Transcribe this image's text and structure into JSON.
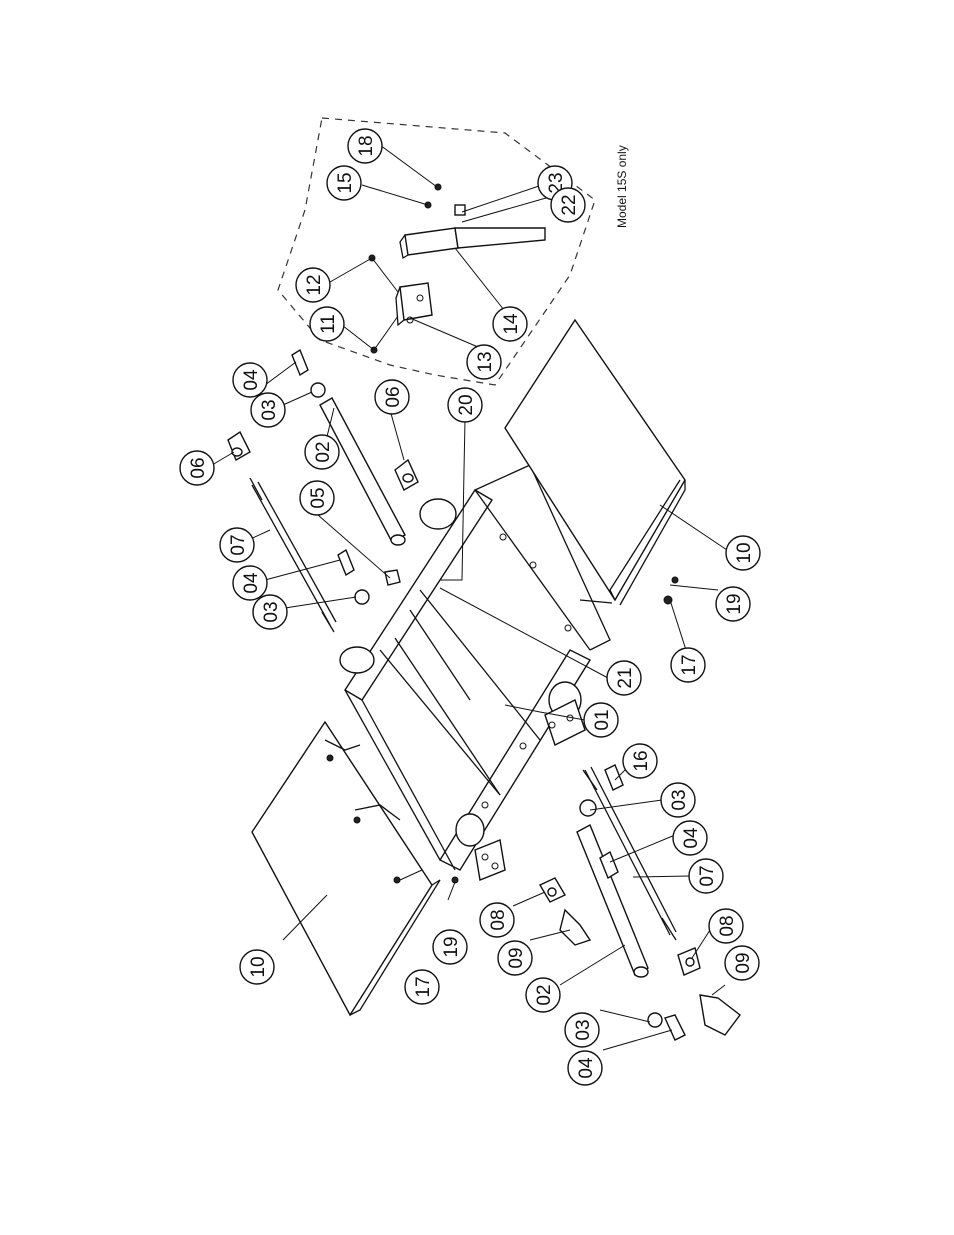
{
  "diagram": {
    "model_note": "Model 15S only",
    "callouts": {
      "c18": "18",
      "c15": "15",
      "c23": "23",
      "c22": "22",
      "c12": "12",
      "c11": "11",
      "c14": "14",
      "c13": "13",
      "c04a": "04",
      "c03a": "03",
      "c06a": "06",
      "c02a": "02",
      "c20": "20",
      "c06b": "06",
      "c05": "05",
      "c07a": "07",
      "c04b": "04",
      "c03b": "03",
      "c10a": "10",
      "c19a": "19",
      "c17a": "17",
      "c21": "21",
      "c01": "01",
      "c16": "16",
      "c03c": "03",
      "c04c": "04",
      "c07b": "07",
      "c08a": "08",
      "c09a": "09",
      "c08b": "08",
      "c09b": "09",
      "c02b": "02",
      "c03d": "03",
      "c04d": "04",
      "c10b": "10",
      "c17b": "17",
      "c19b": "19"
    }
  }
}
